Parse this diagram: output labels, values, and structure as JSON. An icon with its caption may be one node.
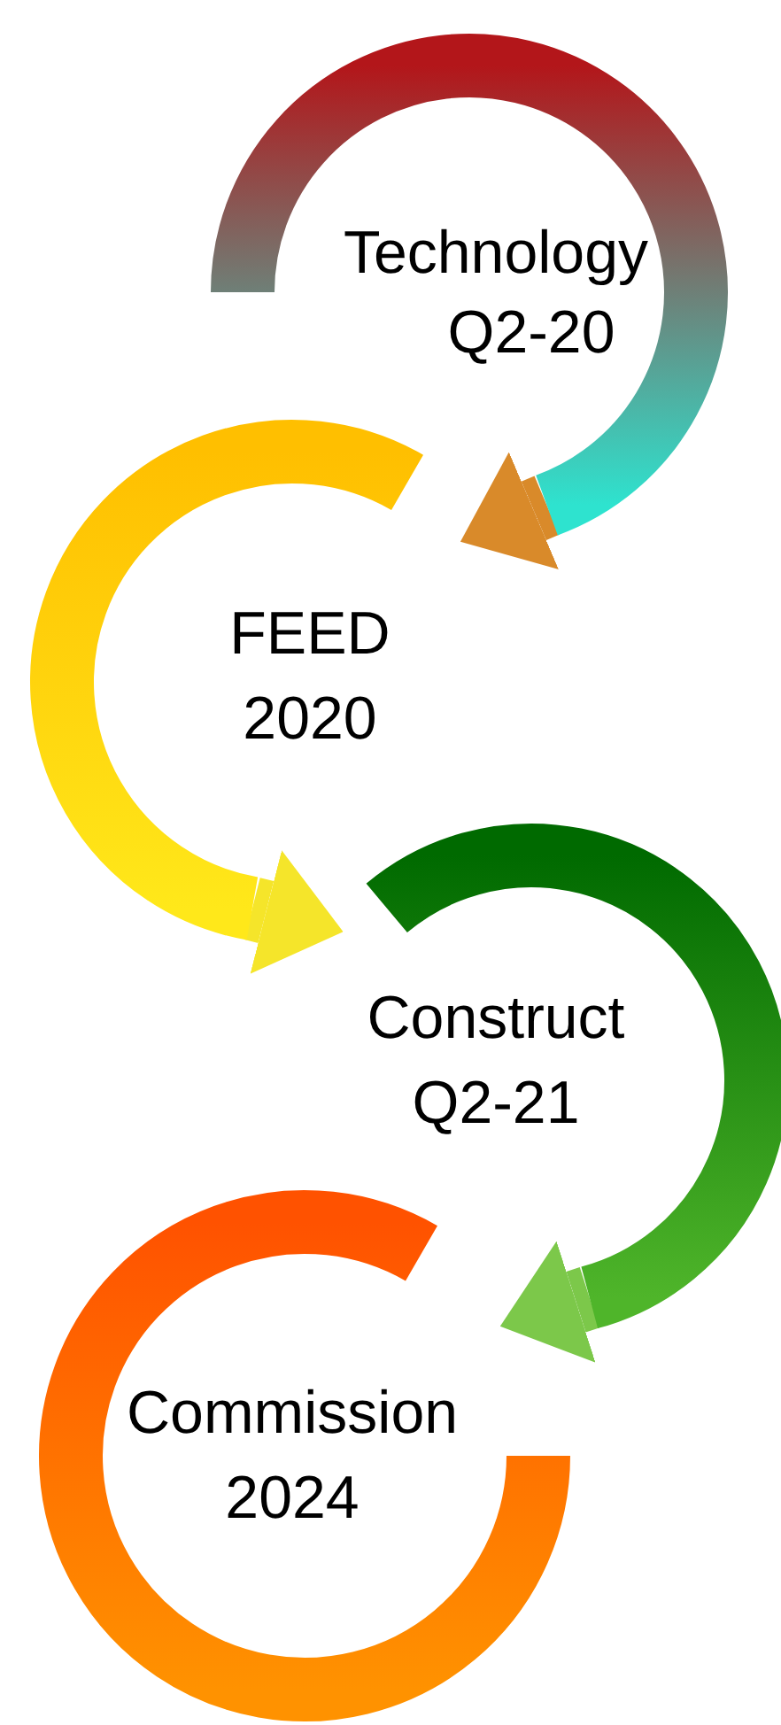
{
  "diagram": {
    "nodes": [
      {
        "text": [
          "Technology",
          "Q2-20"
        ]
      },
      {
        "text": [
          "FEED",
          "2020"
        ]
      },
      {
        "text": [
          "Construct",
          "Q2-21"
        ]
      },
      {
        "text": [
          "Commission",
          "2024"
        ]
      }
    ],
    "edges": [
      {
        "from": 0,
        "to": 1,
        "arrow": "to",
        "color": "#d98a2a"
      },
      {
        "from": 1,
        "to": 2,
        "arrow": "to",
        "color": "#f5e52a"
      },
      {
        "from": 2,
        "to": 3,
        "arrow": "to",
        "color": "#7cc84a"
      }
    ]
  }
}
